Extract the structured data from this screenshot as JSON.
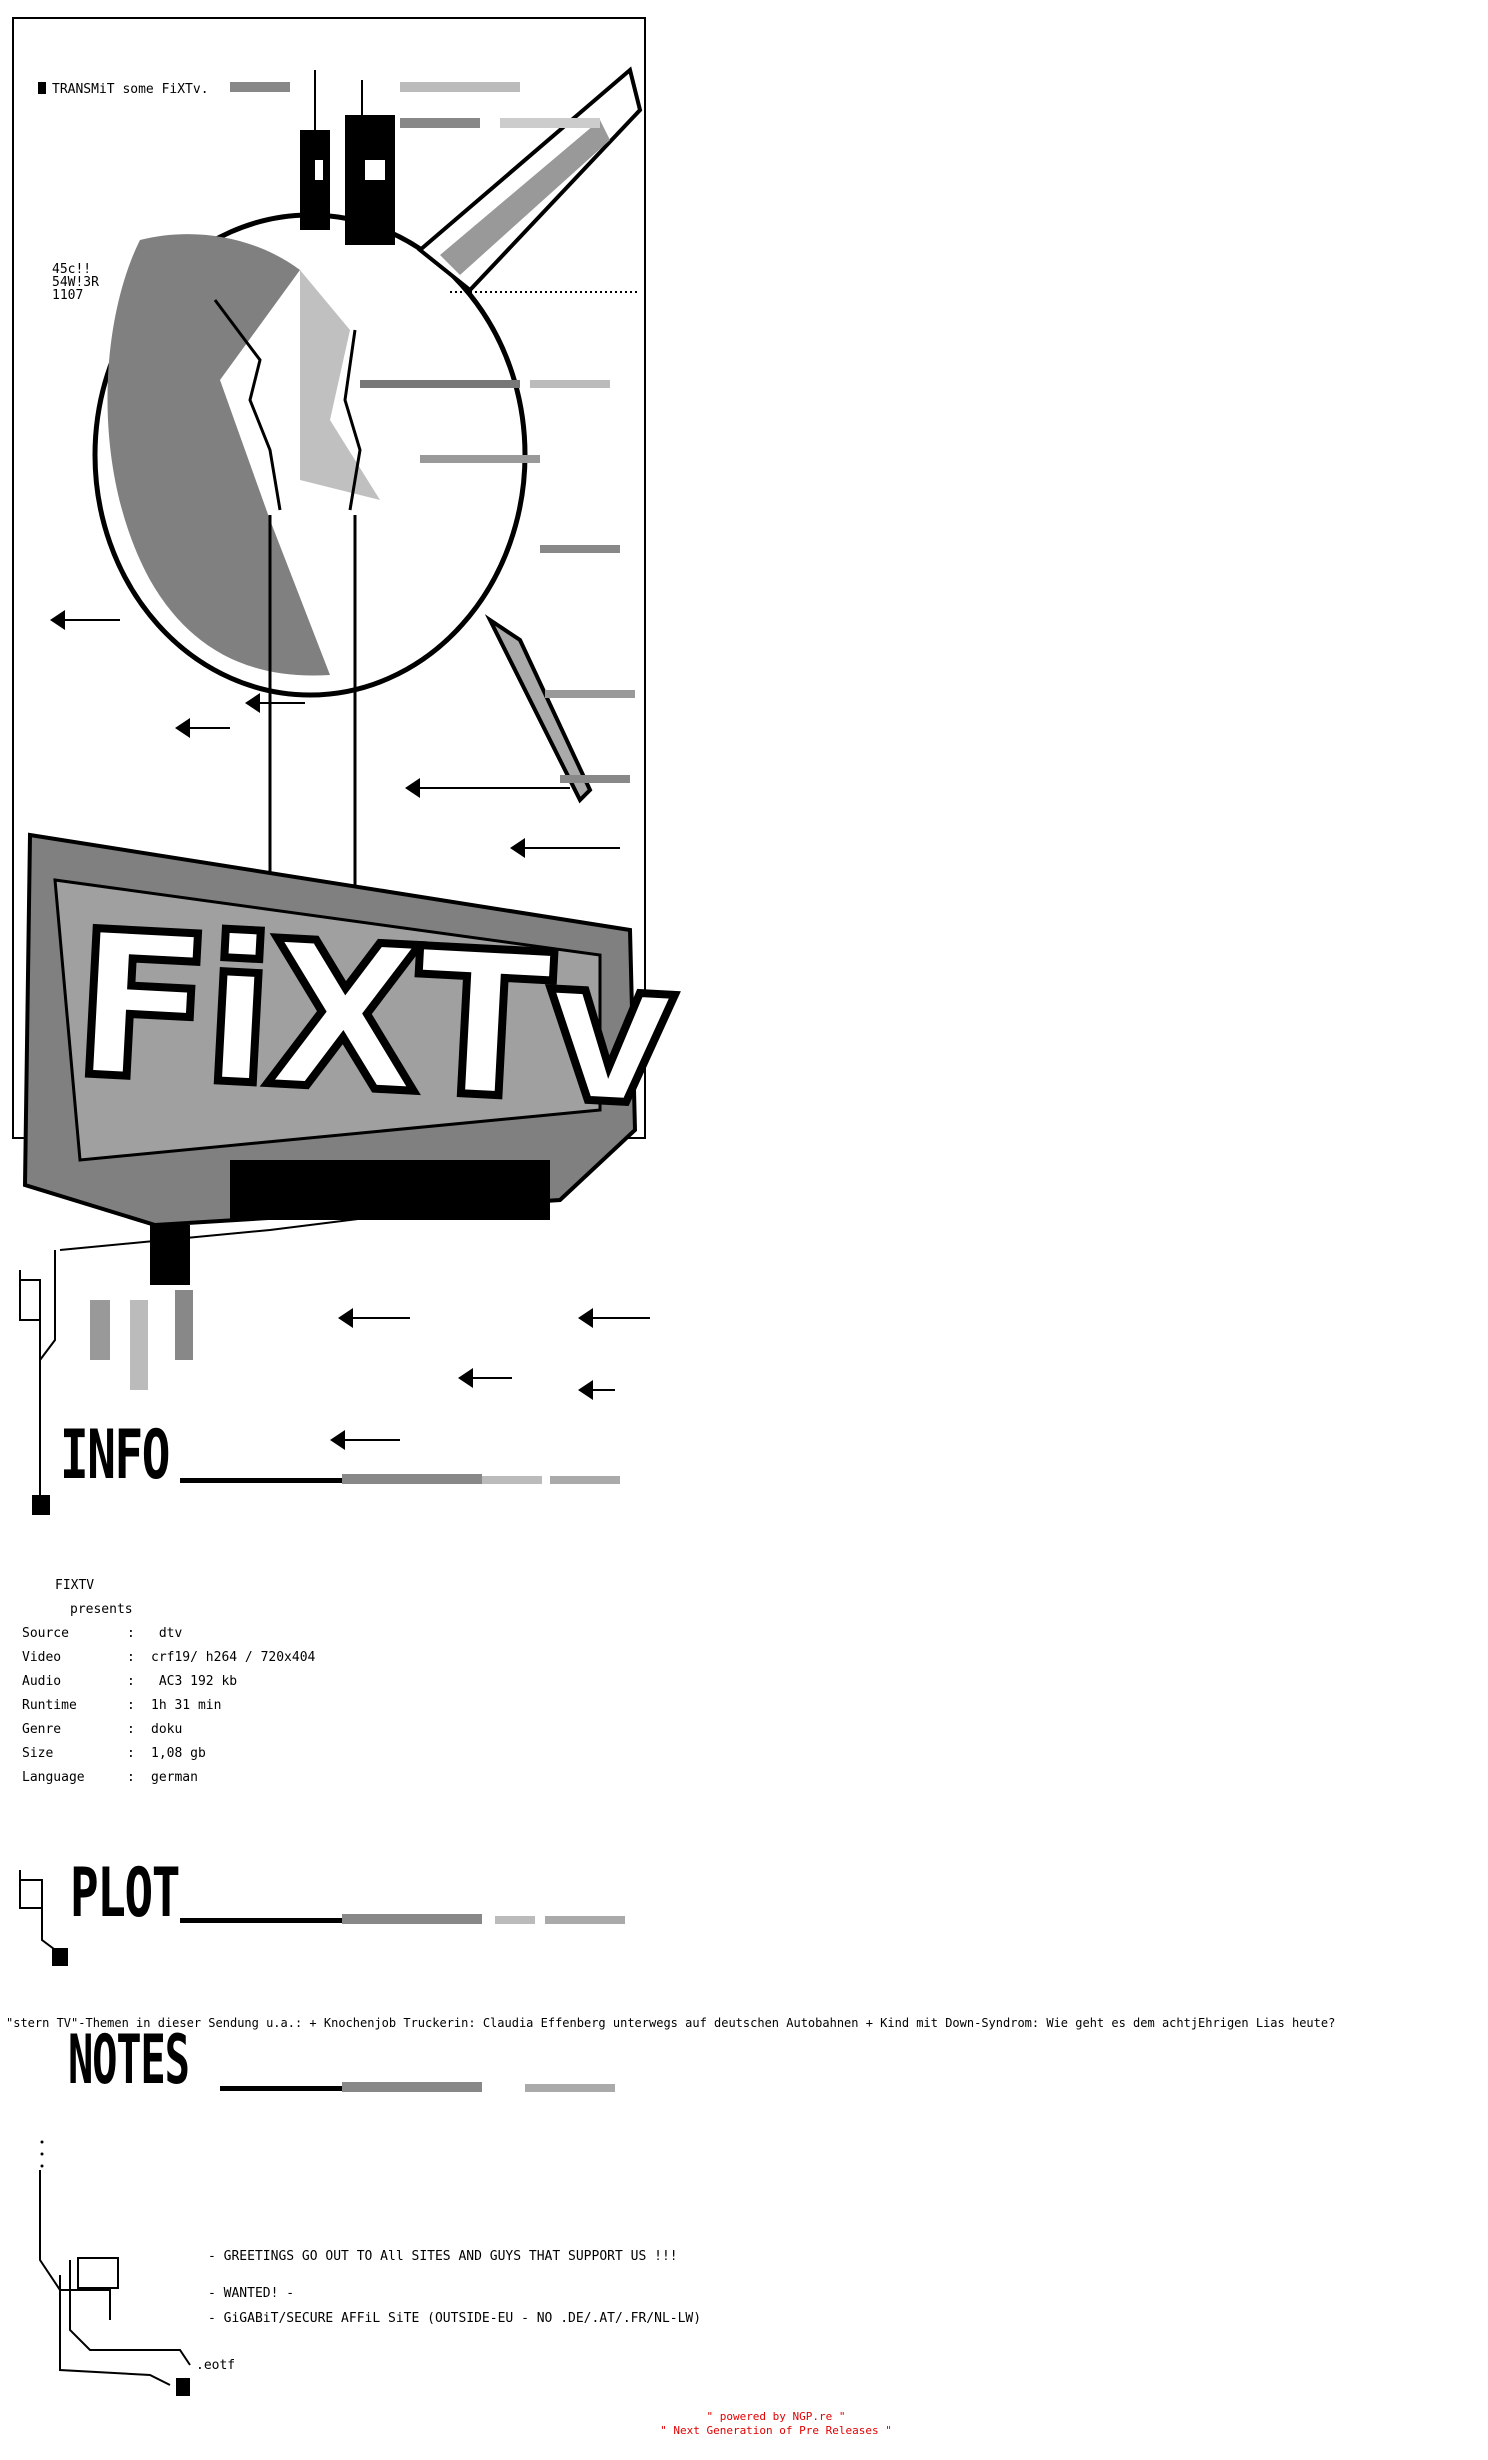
{
  "header": {
    "transmit": "TRANSMiT some FiXTv.",
    "tag_line1": "45c!!",
    "tag_line2": "54W!3R",
    "tag_line3": "1107"
  },
  "logo": {
    "letters": "FiXTv"
  },
  "sections": {
    "info": "INFO",
    "plot": "PLOT",
    "notes": "NOTES"
  },
  "info": {
    "group": "FIXTV",
    "presents": "presents",
    "rows": [
      {
        "key": "Source",
        "sep": ":",
        "value": " dtv"
      },
      {
        "key": "Video",
        "sep": ":",
        "value": "crf19/ h264 / 720x404"
      },
      {
        "key": "Audio",
        "sep": ":",
        "value": " AC3 192 kb"
      },
      {
        "key": "Runtime",
        "sep": ":",
        "value": "1h 31 min"
      },
      {
        "key": "Genre",
        "sep": ":",
        "value": "doku"
      },
      {
        "key": "Size",
        "sep": ":",
        "value": "1,08 gb"
      },
      {
        "key": "Language",
        "sep": ":",
        "value": "german"
      }
    ]
  },
  "plot": {
    "text": "\"stern TV\"-Themen in dieser Sendung u.a.: + Knochenjob Truckerin: Claudia Effenberg unterwegs auf deutschen Autobahnen + Kind mit Down-Syndrom: Wie geht es dem achtjEhrigen Lias heute?"
  },
  "notes": {
    "line1": "- GREETINGS GO OUT TO All SITES AND GUYS THAT SUPPORT US !!!",
    "line2": "- WANTED! -",
    "line3": "- GiGABiT/SECURE AFFiL SiTE (OUTSIDE-EU - NO .DE/.AT/.FR/NL-LW)",
    "eotf": ".eotf"
  },
  "footer": {
    "line1": "\" powered by NGP.re \"",
    "line2": "\" Next Generation of Pre Releases \""
  },
  "colors": {
    "footer": "#e00000",
    "gray_dark": "#555555",
    "gray_mid": "#888888",
    "gray_light": "#bbbbbb"
  }
}
